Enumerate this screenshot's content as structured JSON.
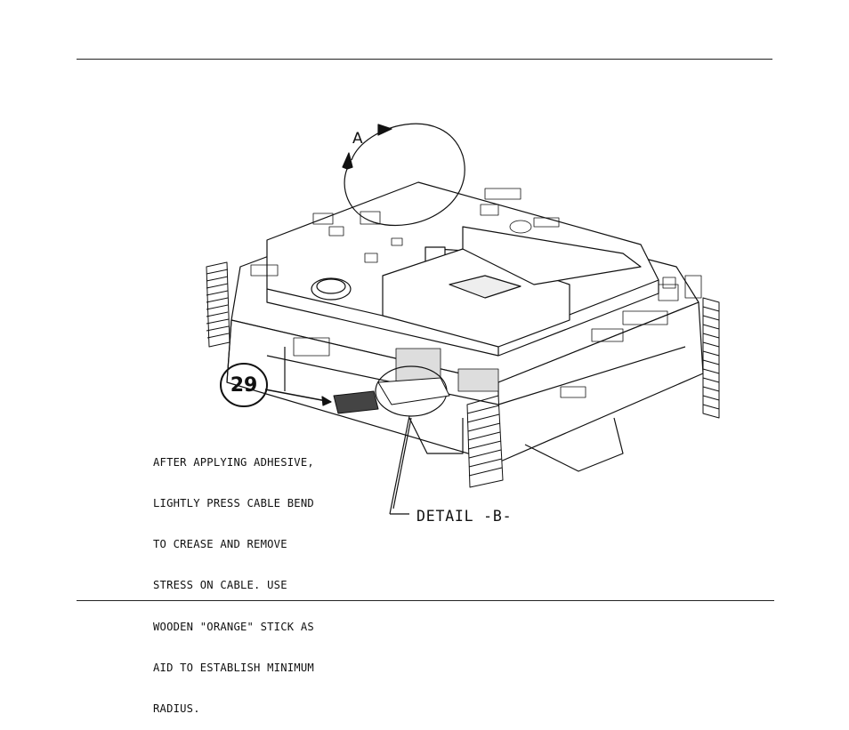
{
  "callouts": {
    "view_label": "A",
    "item_number": "29",
    "detail_label": "DETAIL -B-"
  },
  "note": {
    "lines": [
      "AFTER APPLYING ADHESIVE,",
      "LIGHTLY PRESS CABLE BEND",
      "TO CREASE AND REMOVE",
      "STRESS ON CABLE. USE",
      "WOODEN \"ORANGE\" STICK AS",
      "AID TO ESTABLISH MINIMUM",
      "RADIUS."
    ]
  },
  "colors": {
    "ink": "#111111",
    "paper": "#ffffff"
  }
}
